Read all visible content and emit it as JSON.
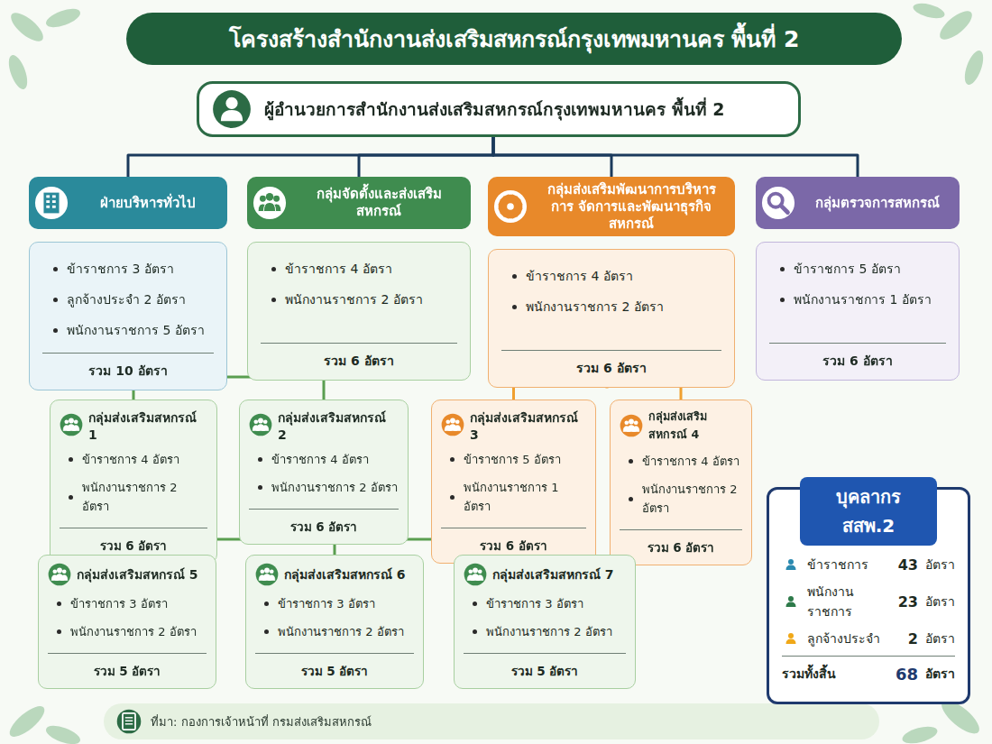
{
  "diagram": {
    "title": "โครงสร้างสำนักงานส่งเสริมสหกรณ์กรุงเทพมหานคร พื้นที่ 2",
    "caption": "ที่มา: กองการเจ้าหน้าที่ กรมส่งเสริมสหกรณ์",
    "nodes": [
      {
        "text": [
          "ผู้อำนวยการสำนักงานส่งเสริมสหกรณ์กรุงเทพมหานคร พื้นที่ 2"
        ]
      },
      {
        "text": [
          "ฝ่ายบริหารทั่วไป",
          "ข้าราชการ 3 อัตรา",
          "ลูกจ้างประจำ 2 อัตรา",
          "พนักงานราชการ 5 อัตรา",
          "รวม 10 อัตรา"
        ]
      },
      {
        "text": [
          "กลุ่มจัดตั้งและส่งเสริมสหกรณ์",
          "ข้าราชการ 4 อัตรา",
          "พนักงานราชการ 2 อัตรา",
          "รวม 6 อัตรา"
        ]
      },
      {
        "text": [
          "กลุ่มส่งเสริมพัฒนาการบริหารการ จัดการและพัฒนาธุรกิจสหกรณ์",
          "ข้าราชการ 4 อัตรา",
          "พนักงานราชการ 2 อัตรา",
          "รวม 6 อัตรา"
        ]
      },
      {
        "text": [
          "กลุ่มตรวจการสหกรณ์",
          "ข้าราชการ 5 อัตรา",
          "พนักงานราชการ 1 อัตรา",
          "รวม 6 อัตรา"
        ]
      },
      {
        "text": [
          "กลุ่มส่งเสริมสหกรณ์ 1",
          "ข้าราชการ 4 อัตรา",
          "พนักงานราชการ 2 อัตรา",
          "รวม 6 อัตรา"
        ]
      },
      {
        "text": [
          "กลุ่มส่งเสริมสหกรณ์ 2",
          "ข้าราชการ 4 อัตรา",
          "พนักงานราชการ 2 อัตรา",
          "รวม 6 อัตรา"
        ]
      },
      {
        "text": [
          "กลุ่มส่งเสริมสหกรณ์ 3",
          "ข้าราชการ 5 อัตรา",
          "พนักงานราชการ 1 อัตรา",
          "รวม 6 อัตรา"
        ]
      },
      {
        "text": [
          "กลุ่มส่งเสริมสหกรณ์ 4",
          "ข้าราชการ 4 อัตรา",
          "พนักงานราชการ 2 อัตรา",
          "รวม 6 อัตรา"
        ]
      },
      {
        "text": [
          "กลุ่มส่งเสริมสหกรณ์ 5",
          "ข้าราชการ 3 อัตรา",
          "พนักงานราชการ 2 อัตรา",
          "รวม 5 อัตรา"
        ]
      },
      {
        "text": [
          "กลุ่มส่งเสริมสหกรณ์ 6",
          "ข้าราชการ 3 อัตรา",
          "พนักงานราชการ 2 อัตรา",
          "รวม 5 อัตรา"
        ]
      },
      {
        "text": [
          "กลุ่มส่งเสริมสหกรณ์ 7",
          "ข้าราชการ 3 อัตรา",
          "พนักงานราชการ 2 อัตรา",
          "รวม 5 อัตรา"
        ]
      },
      {
        "text": [
          "บุคลากร สสพ.2",
          "ข้าราชการ",
          "43",
          "อัตรา",
          "พนักงานราชการ",
          "23",
          "อัตรา",
          "ลูกจ้างประจำ",
          "2",
          "อัตรา",
          "รวมทั้งสิ้น",
          "68",
          "อัตรา"
        ]
      }
    ],
    "edges": [
      {
        "from": 0,
        "to": 1,
        "arrow": "none"
      },
      {
        "from": 0,
        "to": 2,
        "arrow": "none"
      },
      {
        "from": 0,
        "to": 3,
        "arrow": "none"
      },
      {
        "from": 0,
        "to": 4,
        "arrow": "none"
      },
      {
        "from": 2,
        "to": 5,
        "arrow": "none"
      },
      {
        "from": 2,
        "to": 6,
        "arrow": "none"
      },
      {
        "from": 3,
        "to": 7,
        "arrow": "none"
      },
      {
        "from": 3,
        "to": 8,
        "arrow": "none"
      },
      {
        "from": 6,
        "to": 9,
        "arrow": "none"
      },
      {
        "from": 6,
        "to": 10,
        "arrow": "none"
      },
      {
        "from": 6,
        "to": 11,
        "arrow": "none"
      }
    ]
  }
}
